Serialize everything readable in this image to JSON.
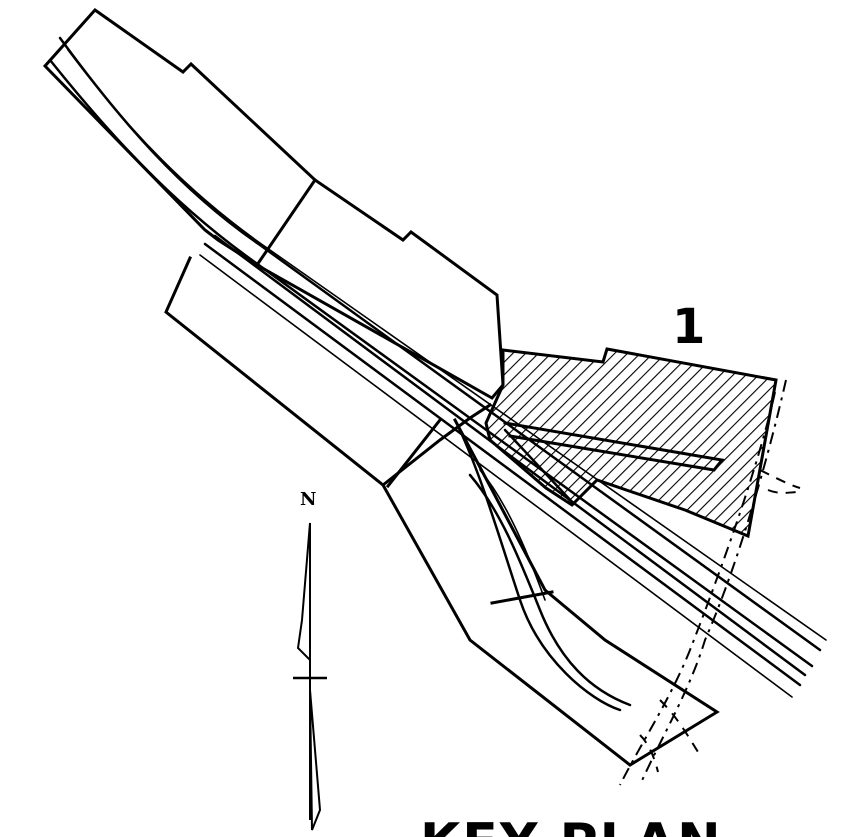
{
  "site_label": "1",
  "north_label": "N",
  "title": "KEY PLAN",
  "hatch_color": "#000000",
  "background_color": "#ffffff",
  "icons": {
    "north_arrow": "north-arrow-icon"
  }
}
